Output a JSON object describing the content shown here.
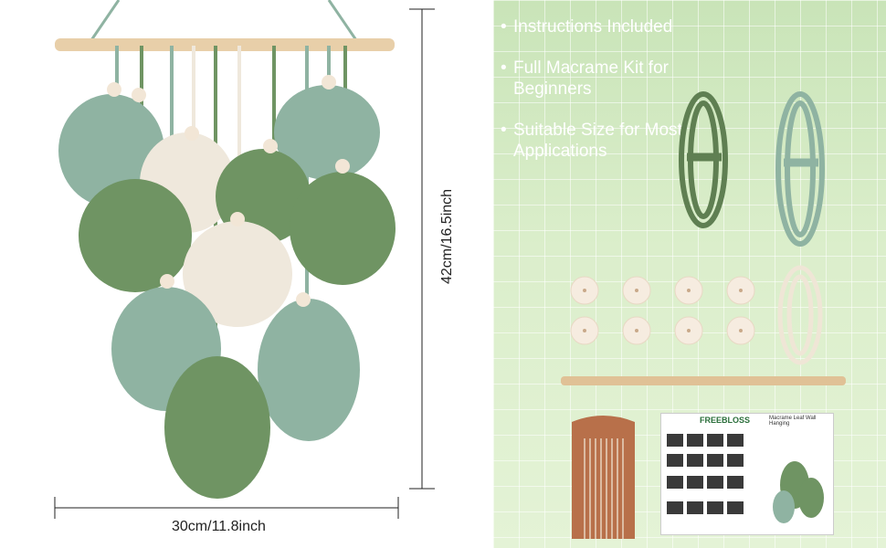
{
  "dimensions": {
    "width_label": "30cm/11.8inch",
    "height_label": "42cm/16.5inch"
  },
  "features": [
    "Instructions Included",
    "Full Macrame Kit for Beginners",
    "Suitable Size for Most Applications"
  ],
  "instruction_sheet": {
    "brand": "FREEBLOSS",
    "title": "Macrame Leaf Wall Hanging"
  },
  "colors": {
    "sage_green": "#8fb3a2",
    "olive_green": "#6f9463",
    "cream": "#efe8dc",
    "wood": "#e8cfa9",
    "comb": "#b8704a"
  }
}
